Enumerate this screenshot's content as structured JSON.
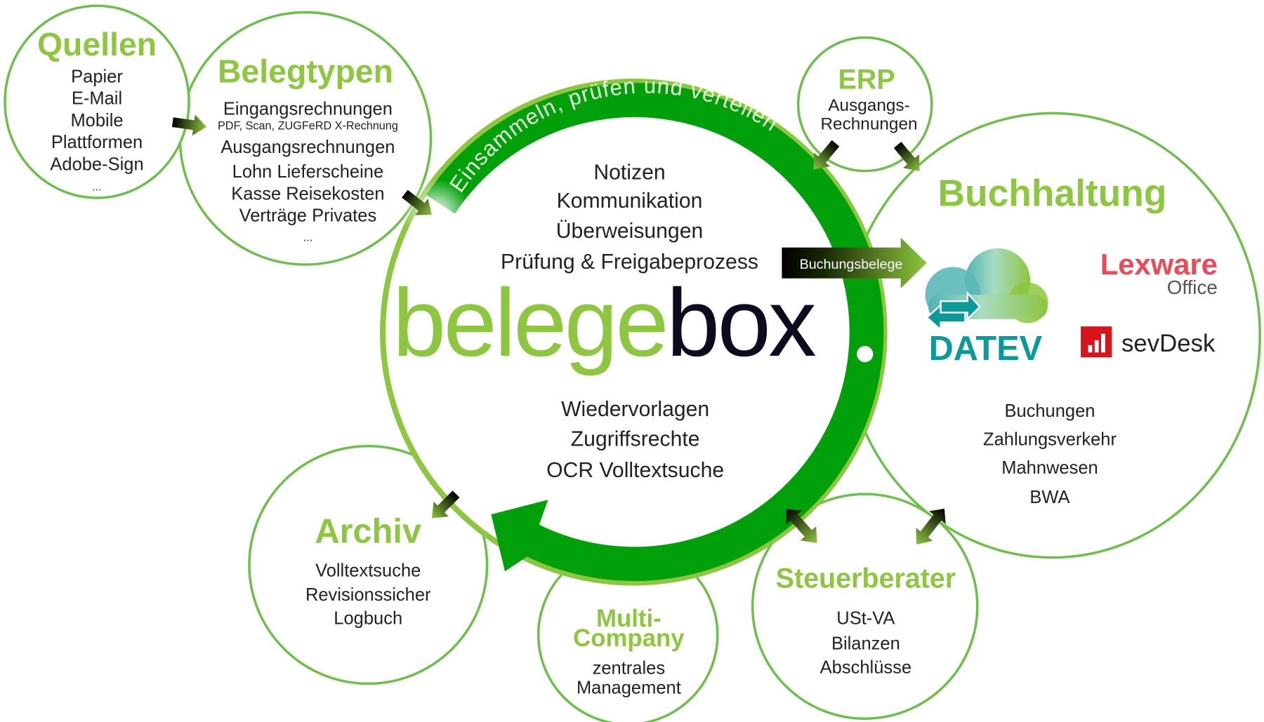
{
  "quellen": {
    "title": "Quellen",
    "items": [
      "Papier",
      "E-Mail",
      "Mobile",
      "Plattformen",
      "Adobe-Sign",
      "..."
    ]
  },
  "belegtypen": {
    "title": "Belegtypen",
    "items": [
      "Eingangsrechnungen",
      "PDF, Scan, ZUGFeRD X-Rechnung",
      "Ausgangsrechnungen",
      "Lohn Lieferscheine",
      "Kasse Reisekosten",
      "Verträge Privates",
      "..."
    ]
  },
  "erp": {
    "title": "ERP",
    "items": [
      "Ausgangs-",
      "Rechnungen"
    ]
  },
  "main": {
    "arc_text": "Einsammeln, prüfen und verteilen",
    "top_items": [
      "Notizen",
      "Kommunikation",
      "Überweisungen",
      "Prüfung & Freigabeprozess"
    ],
    "logo_part1": "belege",
    "logo_part2": "box",
    "bottom_items": [
      "Wiedervorlagen",
      "Zugriffsrechte",
      "OCR Volltextsuche"
    ],
    "flow_label": "Buchungsbelege"
  },
  "buchhaltung": {
    "title": "Buchhaltung",
    "logos": {
      "datev": "DATEV",
      "lexware": "Lexware",
      "lexware_sub": "Office",
      "sevdesk_a": "sev",
      "sevdesk_b": "Desk"
    },
    "items": [
      "Buchungen",
      "Zahlungsverkehr",
      "Mahnwesen",
      "BWA"
    ]
  },
  "archiv": {
    "title": "Archiv",
    "items": [
      "Volltextsuche",
      "Revisionssicher",
      "Logbuch"
    ]
  },
  "multi": {
    "title_1": "Multi-",
    "title_2": "Company",
    "items": [
      "zentrales",
      "Management"
    ]
  },
  "steuerberater": {
    "title": "Steuerberater",
    "items": [
      "USt-VA",
      "Bilanzen",
      "Abschlüsse"
    ]
  },
  "colors": {
    "lime": "#8dc63f",
    "green": "#00a00a",
    "ring": "#6cc04a",
    "datev": "#0a9a9a",
    "lexware": "#e94b5a",
    "sevdesk": "#d7141a"
  }
}
